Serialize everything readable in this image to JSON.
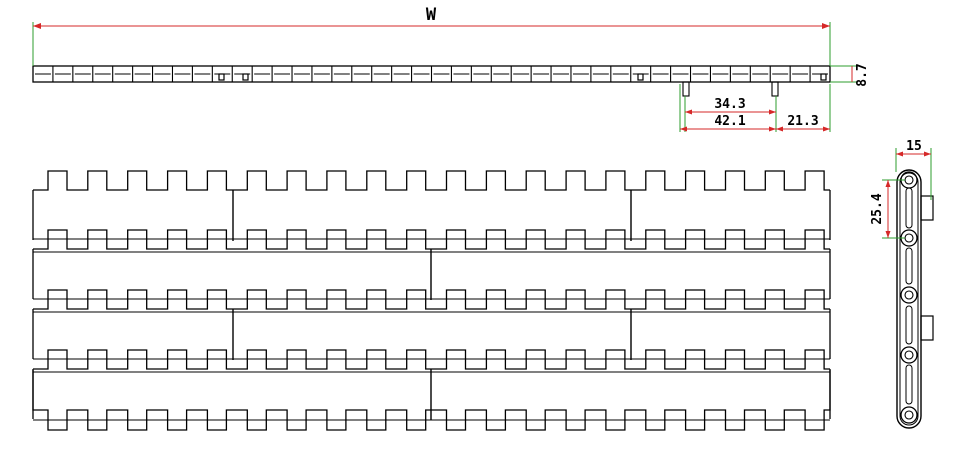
{
  "colors": {
    "line": "#000000",
    "dimension": "#d62828",
    "extension": "#2e9e2e",
    "background": "#ffffff"
  },
  "top_view": {
    "segment_count": 40,
    "dimensions": {
      "width": "W",
      "thickness": "8.7",
      "pitch_a": "34.3",
      "pitch_b": "42.1",
      "edge": "21.3"
    }
  },
  "front_view": {
    "rows": 4,
    "teeth_per_row": 20
  },
  "side_view": {
    "dimensions": {
      "depth": "15",
      "pitch": "25.4"
    }
  }
}
